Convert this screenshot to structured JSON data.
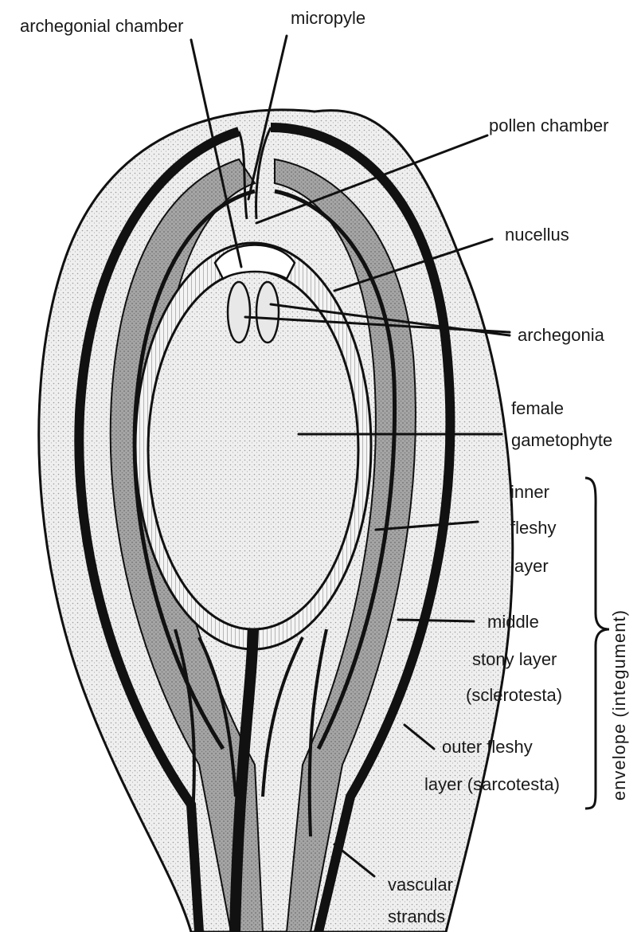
{
  "labels": {
    "archegonial_chamber": "archegonial chamber",
    "micropyle": "micropyle",
    "pollen_chamber": "pollen chamber",
    "nucellus": "nucellus",
    "archegonia": "archegonia",
    "female_gametophyte_1": "female",
    "female_gametophyte_2": "gametophyte",
    "inner_fleshy_1": "inner",
    "inner_fleshy_2": "fleshy",
    "inner_fleshy_3": "layer",
    "middle_stony_1": "middle",
    "middle_stony_2": "stony layer",
    "middle_stony_3": "(sclerotesta)",
    "outer_fleshy_1": "outer fleshy",
    "outer_fleshy_2": "layer (sarcotesta)",
    "vascular_1": "vascular",
    "vascular_2": "strands",
    "envelope": "envelope (integument)"
  },
  "colors": {
    "ink": "#111111",
    "stipple_light": "#e6e6e6",
    "stipple_mid": "#bdbdbd",
    "stipple_dark": "#8c8c8c",
    "background": "#ffffff"
  }
}
